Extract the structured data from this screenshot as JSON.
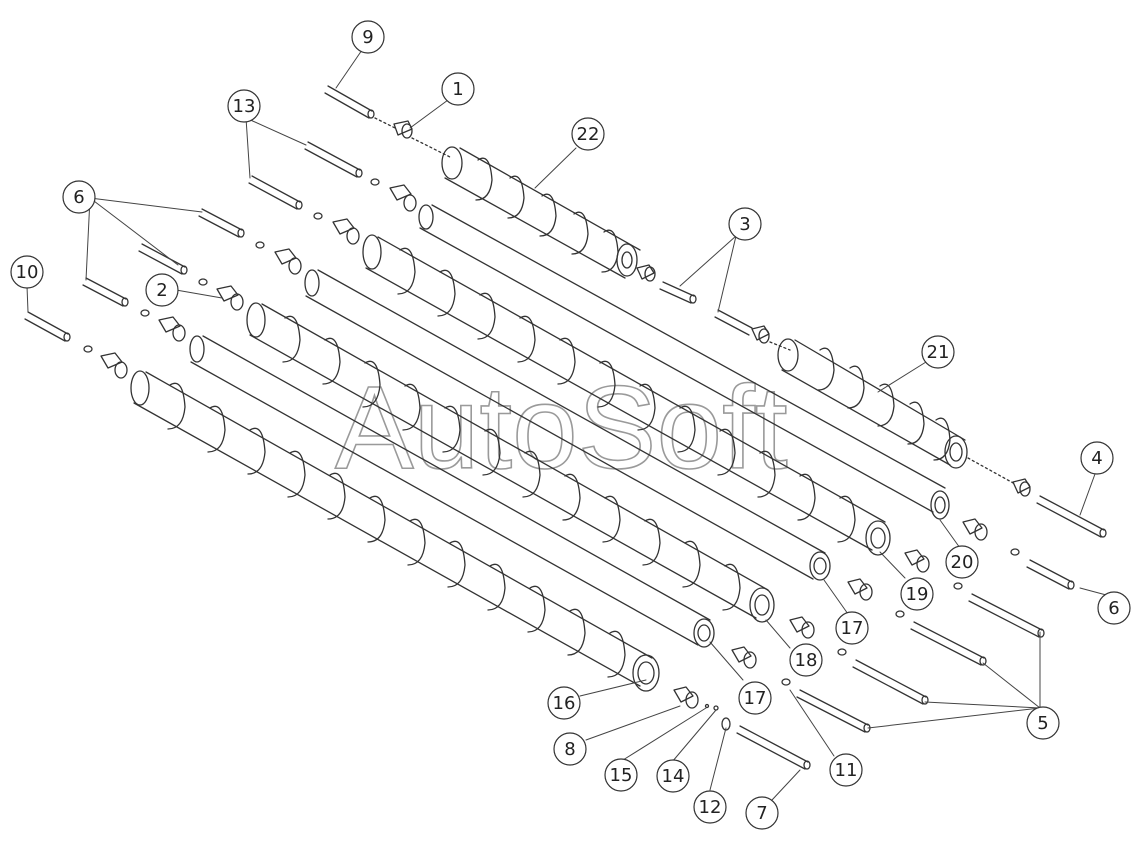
{
  "watermark": "AutoSoft",
  "callouts": [
    {
      "id": "c9",
      "label": "9"
    },
    {
      "id": "c1",
      "label": "1"
    },
    {
      "id": "c13",
      "label": "13"
    },
    {
      "id": "c22",
      "label": "22"
    },
    {
      "id": "c6a",
      "label": "6"
    },
    {
      "id": "c3",
      "label": "3"
    },
    {
      "id": "c10",
      "label": "10"
    },
    {
      "id": "c2",
      "label": "2"
    },
    {
      "id": "c21",
      "label": "21"
    },
    {
      "id": "c4",
      "label": "4"
    },
    {
      "id": "c20",
      "label": "20"
    },
    {
      "id": "c6b",
      "label": "6"
    },
    {
      "id": "c19",
      "label": "19"
    },
    {
      "id": "c17a",
      "label": "17"
    },
    {
      "id": "c18",
      "label": "18"
    },
    {
      "id": "c5",
      "label": "5"
    },
    {
      "id": "c16",
      "label": "16"
    },
    {
      "id": "c17b",
      "label": "17"
    },
    {
      "id": "c8",
      "label": "8"
    },
    {
      "id": "c11",
      "label": "11"
    },
    {
      "id": "c15",
      "label": "15"
    },
    {
      "id": "c14",
      "label": "14"
    },
    {
      "id": "c12",
      "label": "12"
    },
    {
      "id": "c7",
      "label": "7"
    }
  ]
}
